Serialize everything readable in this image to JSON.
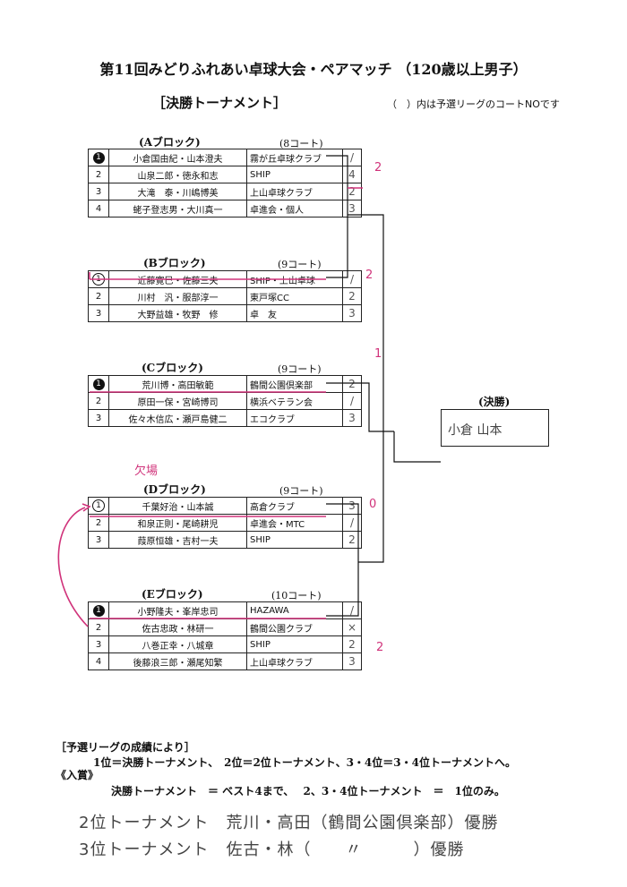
{
  "title": "第11回みどりふれあい卓球大会・ペアマッチ （120歳以上男子）",
  "subtitle": "［決勝トーナメント］",
  "note": "（　）内は予選リーグのコートNOです",
  "blocks": [
    {
      "name": "(Aブロック)",
      "court": "(8コート)",
      "rows": [
        {
          "rank": "1",
          "rank_style": "filled",
          "names": "小倉国由紀・山本澄夫",
          "club": "霧が丘卓球クラブ",
          "court_mark": "/"
        },
        {
          "rank": "2",
          "rank_style": "plain",
          "names": "山泉二郎・徳永和志",
          "club": "SHIP",
          "court_mark": "4"
        },
        {
          "rank": "3",
          "rank_style": "plain",
          "names": "大滝　泰・川嶋博美",
          "club": "上山卓球クラブ",
          "court_mark": "2"
        },
        {
          "rank": "4",
          "rank_style": "plain",
          "names": "蛯子登志男・大川真一",
          "club": "卓進会・個人",
          "court_mark": "3"
        }
      ]
    },
    {
      "name": "(Bブロック)",
      "court": "(9コート)",
      "rows": [
        {
          "rank": "1",
          "rank_style": "open",
          "names": "近藤寛巳・佐藤三夫",
          "club": "SHIP・上山卓球",
          "court_mark": "/"
        },
        {
          "rank": "2",
          "rank_style": "plain",
          "names": "川村　汎・服部淳一",
          "club": "東戸塚CC",
          "court_mark": "2"
        },
        {
          "rank": "3",
          "rank_style": "plain",
          "names": "大野益雄・牧野　修",
          "club": "卓　友",
          "court_mark": "3"
        }
      ]
    },
    {
      "name": "(Cブロック)",
      "court": "(9コート)",
      "rows": [
        {
          "rank": "1",
          "rank_style": "filled",
          "names": "荒川博・高田敏範",
          "club": "鶴間公園倶楽部",
          "court_mark": "2"
        },
        {
          "rank": "2",
          "rank_style": "plain",
          "names": "原田一保・宮崎博司",
          "club": "横浜ベテラン会",
          "court_mark": "/"
        },
        {
          "rank": "3",
          "rank_style": "plain",
          "names": "佐々木信広・瀬戸島健二",
          "club": "エコクラブ",
          "court_mark": "3"
        }
      ]
    },
    {
      "name": "(Dブロック)",
      "court": "(9コート)",
      "rows": [
        {
          "rank": "1",
          "rank_style": "open",
          "names": "千葉好治・山本誠",
          "club": "高倉クラブ",
          "court_mark": "3"
        },
        {
          "rank": "2",
          "rank_style": "plain",
          "names": "和泉正則・尾崎耕児",
          "club": "卓進会・MTC",
          "court_mark": "/"
        },
        {
          "rank": "3",
          "rank_style": "plain",
          "names": "葭原恒雄・吉村一夫",
          "club": "SHIP",
          "court_mark": "2"
        }
      ]
    },
    {
      "name": "(Eブロック)",
      "court": "(10コート)",
      "rows": [
        {
          "rank": "1",
          "rank_style": "filled",
          "names": "小野隆夫・峯岸忠司",
          "club": "HAZAWA",
          "court_mark": "/"
        },
        {
          "rank": "2",
          "rank_style": "plain",
          "names": "佐古忠政・林研一",
          "club": "鶴間公園クラブ",
          "court_mark": "×"
        },
        {
          "rank": "3",
          "rank_style": "plain",
          "names": "八巻正幸・八城章",
          "club": "SHIP",
          "court_mark": "2"
        },
        {
          "rank": "4",
          "rank_style": "plain",
          "names": "後藤浪三郎・瀬尾知繁",
          "club": "上山卓球クラブ",
          "court_mark": "3"
        }
      ]
    }
  ],
  "final": {
    "label": "(決勝)",
    "handwritten": "小倉 山本"
  },
  "annotations": {
    "pink_dblock": "欠場",
    "score_a": "2",
    "score_b": "2",
    "score_d": "0",
    "score_e": "2",
    "score_c": "1"
  },
  "footer": {
    "heading": "［予選リーグの成績により］",
    "line1": "1位＝決勝トーナメント、　2位＝2位トーナメント、3・4位＝3・4位トーナメントへ。",
    "prize_heading": "《入賞》",
    "line2": "決勝トーナメント　＝ ベスト4まで、　 2、3・4位トーナメント　＝　1位のみ。",
    "hw1": "2位トーナメント　荒川・高田（鶴間公園倶楽部）優勝",
    "hw2": "3位トーナメント　佐古・林（　　〃　　　）優勝"
  },
  "colors": {
    "accent_pink": "#d0327a",
    "ink": "#111111"
  }
}
